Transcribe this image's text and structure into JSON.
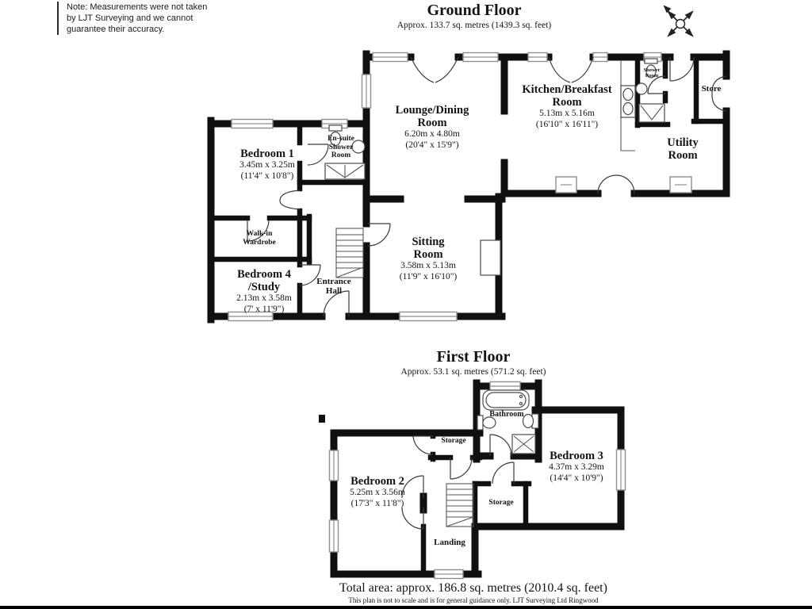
{
  "note": "Note: Measurements were not taken\nby LJT Surveying and we cannot\n guarantee their accuracy.",
  "ground_floor": {
    "title": "Ground Floor",
    "subtitle": "Approx. 133.7 sq. metres (1439.3 sq. feet)",
    "rooms": {
      "bedroom1": {
        "name": "Bedroom 1",
        "metric": "3.45m x 3.25m",
        "imperial": "(11'4\" x 10'8\")"
      },
      "ensuite": {
        "name": "En-suite Shower Room"
      },
      "wardrobe": {
        "name": "Walk-in Wardrobe"
      },
      "bedroom4": {
        "name": "Bedroom 4 /Study",
        "metric": "2.13m x 3.58m",
        "imperial": "(7' x 11'9\")"
      },
      "entrance": {
        "name": "Entrance Hall"
      },
      "sitting": {
        "name": "Sitting Room",
        "metric": "3.58m x 5.13m",
        "imperial": "(11'9\" x 16'10\")"
      },
      "lounge": {
        "name": "Lounge/Dining Room",
        "metric": "6.20m x 4.80m",
        "imperial": "(20'4\" x 15'9\")"
      },
      "kitchen": {
        "name": "Kitchen/Breakfast Room",
        "metric": "5.13m x 5.16m",
        "imperial": "(16'10\" x 16'11\")"
      },
      "shower": {
        "name": "Shower Room"
      },
      "store": {
        "name": "Store"
      },
      "utility": {
        "name": "Utility Room"
      }
    }
  },
  "first_floor": {
    "title": "First Floor",
    "subtitle": "Approx. 53.1 sq. metres (571.2 sq. feet)",
    "rooms": {
      "bathroom": {
        "name": "Bathroom"
      },
      "storage_top": {
        "name": "Storage"
      },
      "bedroom3": {
        "name": "Bedroom 3",
        "metric": "4.37m x 3.29m",
        "imperial": "(14'4\" x 10'9\")"
      },
      "bedroom2": {
        "name": "Bedroom 2",
        "metric": "5.25m x 3.56m",
        "imperial": "(17'3\" x 11'8\")"
      },
      "storage_mid": {
        "name": "Storage"
      },
      "landing": {
        "name": "Landing"
      }
    }
  },
  "footer": {
    "total": "Total area: approx. 186.8 sq. metres (2010.4 sq. feet)",
    "disclaimer": "This plan is not to scale and is for general guidance only. LJT Surveying Ltd Ringwood"
  },
  "colors": {
    "wall": "#101010",
    "window": "#8f8f8f",
    "line": "#555555",
    "background": "#ffffff",
    "text": "#141414"
  }
}
